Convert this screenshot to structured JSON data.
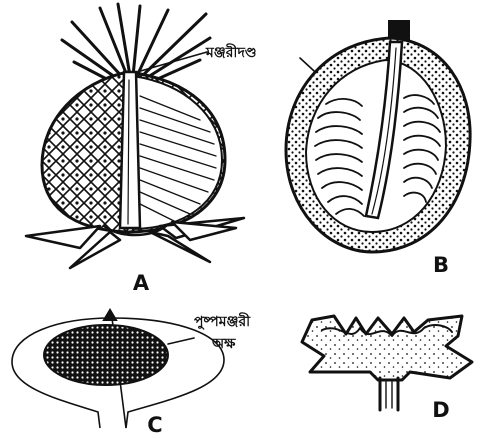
{
  "figure": {
    "panels": [
      {
        "id": "A",
        "label": "A"
      },
      {
        "id": "B",
        "label": "B"
      },
      {
        "id": "C",
        "label": "C"
      },
      {
        "id": "D",
        "label": "D"
      }
    ],
    "annotations": {
      "peduncle": "মঞ্জরীদণ্ড",
      "inflorescence_axis_line1": "পুষ্পমঞ্জরী",
      "inflorescence_axis_line2": "অক্ষ"
    }
  }
}
